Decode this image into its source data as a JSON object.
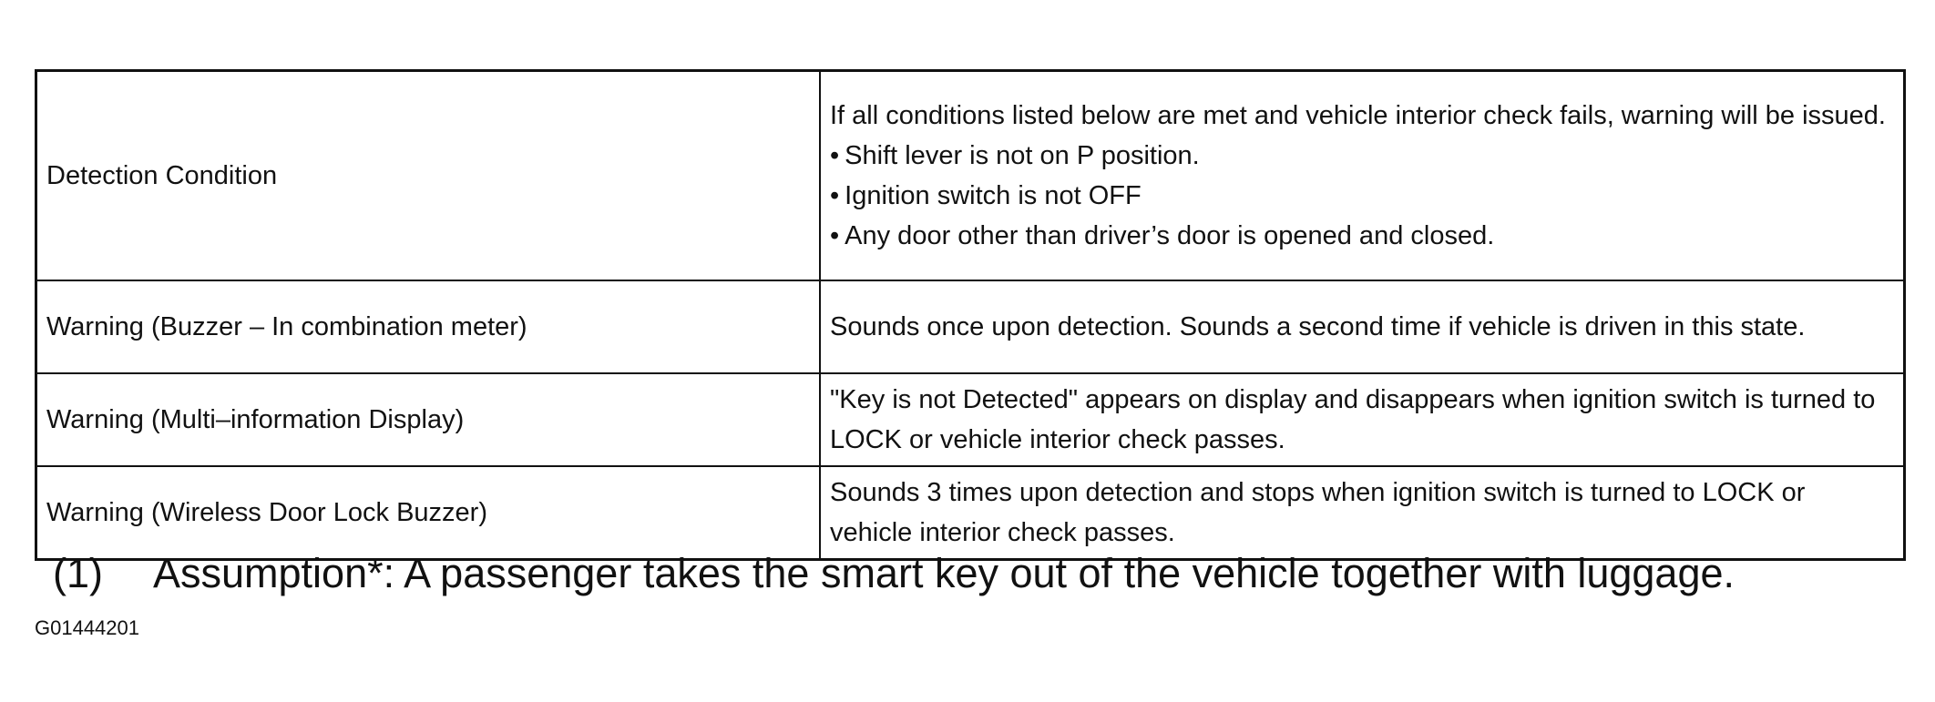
{
  "table": {
    "rows": [
      {
        "label": "Detection Condition",
        "intro": "If all conditions listed below are met and vehicle interior check fails, warning will be issued.",
        "bullets": [
          "Shift lever is not on P position.",
          "Ignition switch is not OFF",
          "Any door other than driver’s door is opened and closed."
        ]
      },
      {
        "label": "Warning (Buzzer – In combination meter)",
        "text": "Sounds once upon detection. Sounds a second time if vehicle is driven in this state."
      },
      {
        "label": "Warning (Multi–information Display)",
        "text": "\"Key is not Detected\" appears on display and disappears when ignition switch is turned to LOCK or vehicle interior check passes."
      },
      {
        "label": "Warning (Wireless Door Lock Buzzer)",
        "text": "Sounds 3 times upon detection and stops when ignition switch is turned to LOCK or vehicle interior check passes."
      }
    ]
  },
  "caption": {
    "number": "(1)",
    "text": "Assumption*: A passenger takes the smart key out of the vehicle together with luggage."
  },
  "figure_id": "G01444201"
}
